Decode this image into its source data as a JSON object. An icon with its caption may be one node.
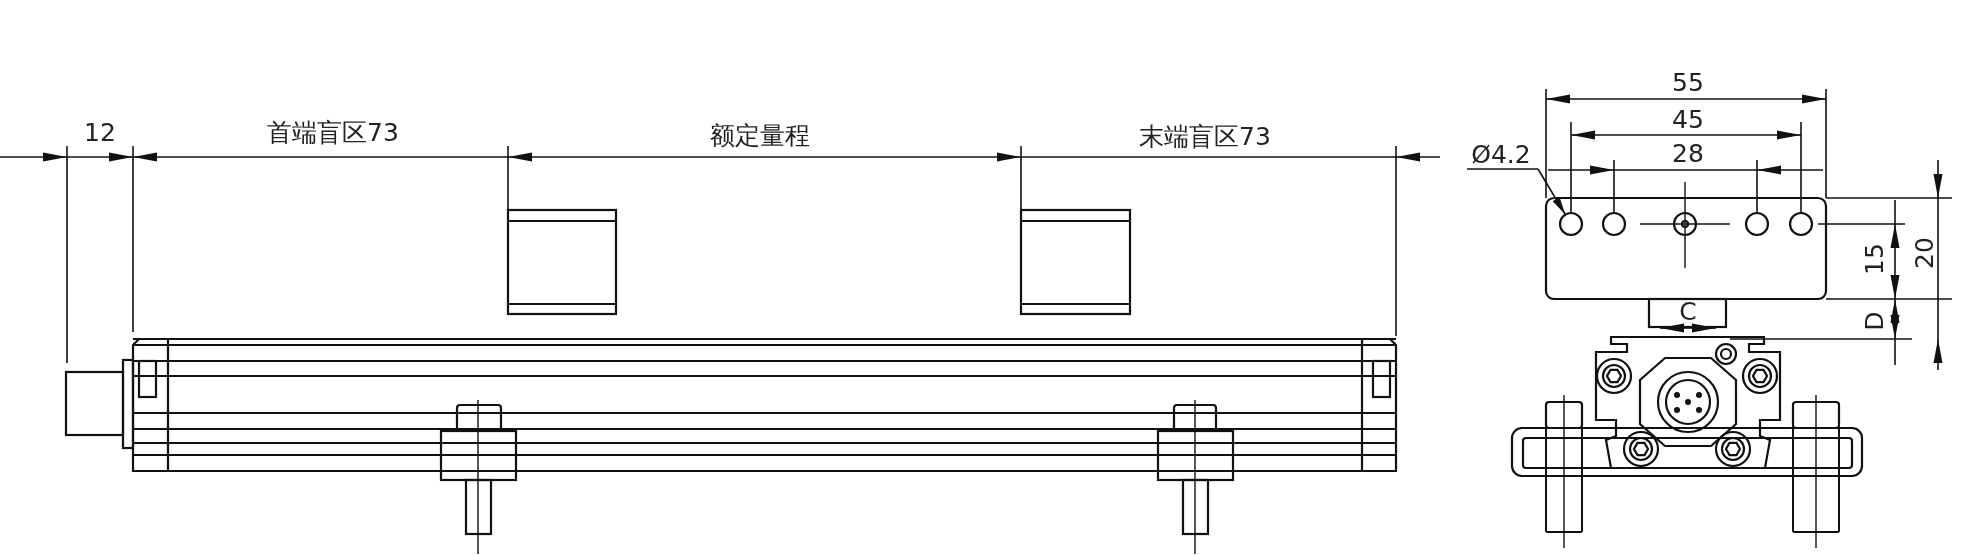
{
  "diagram": {
    "nodes": [
      {
        "text": [
          "Ø4.2"
        ]
      },
      {
        "text": [],
        "shape": "circle"
      }
    ],
    "edges": [
      {
        "from": 0,
        "to": 1,
        "arrow": "to"
      }
    ],
    "labels": [
      "12",
      "首端盲区73",
      "额定量程",
      "末端盲区73",
      "55",
      "45",
      "28",
      "15",
      "20",
      "C",
      "D"
    ]
  }
}
